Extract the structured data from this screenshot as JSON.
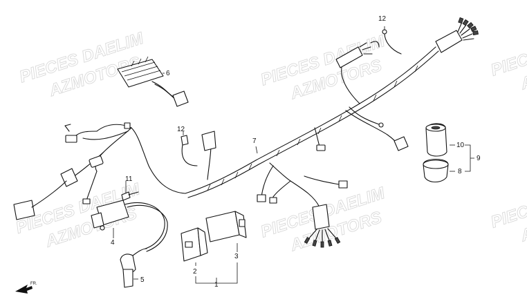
{
  "diagram": {
    "watermarks": [
      "PIECES DAELIM",
      "AZMOTORS"
    ],
    "callouts": [
      "1",
      "2",
      "3",
      "4",
      "5",
      "6",
      "7",
      "8",
      "9",
      "10",
      "11",
      "12",
      "12"
    ],
    "direction_label": "FR."
  }
}
